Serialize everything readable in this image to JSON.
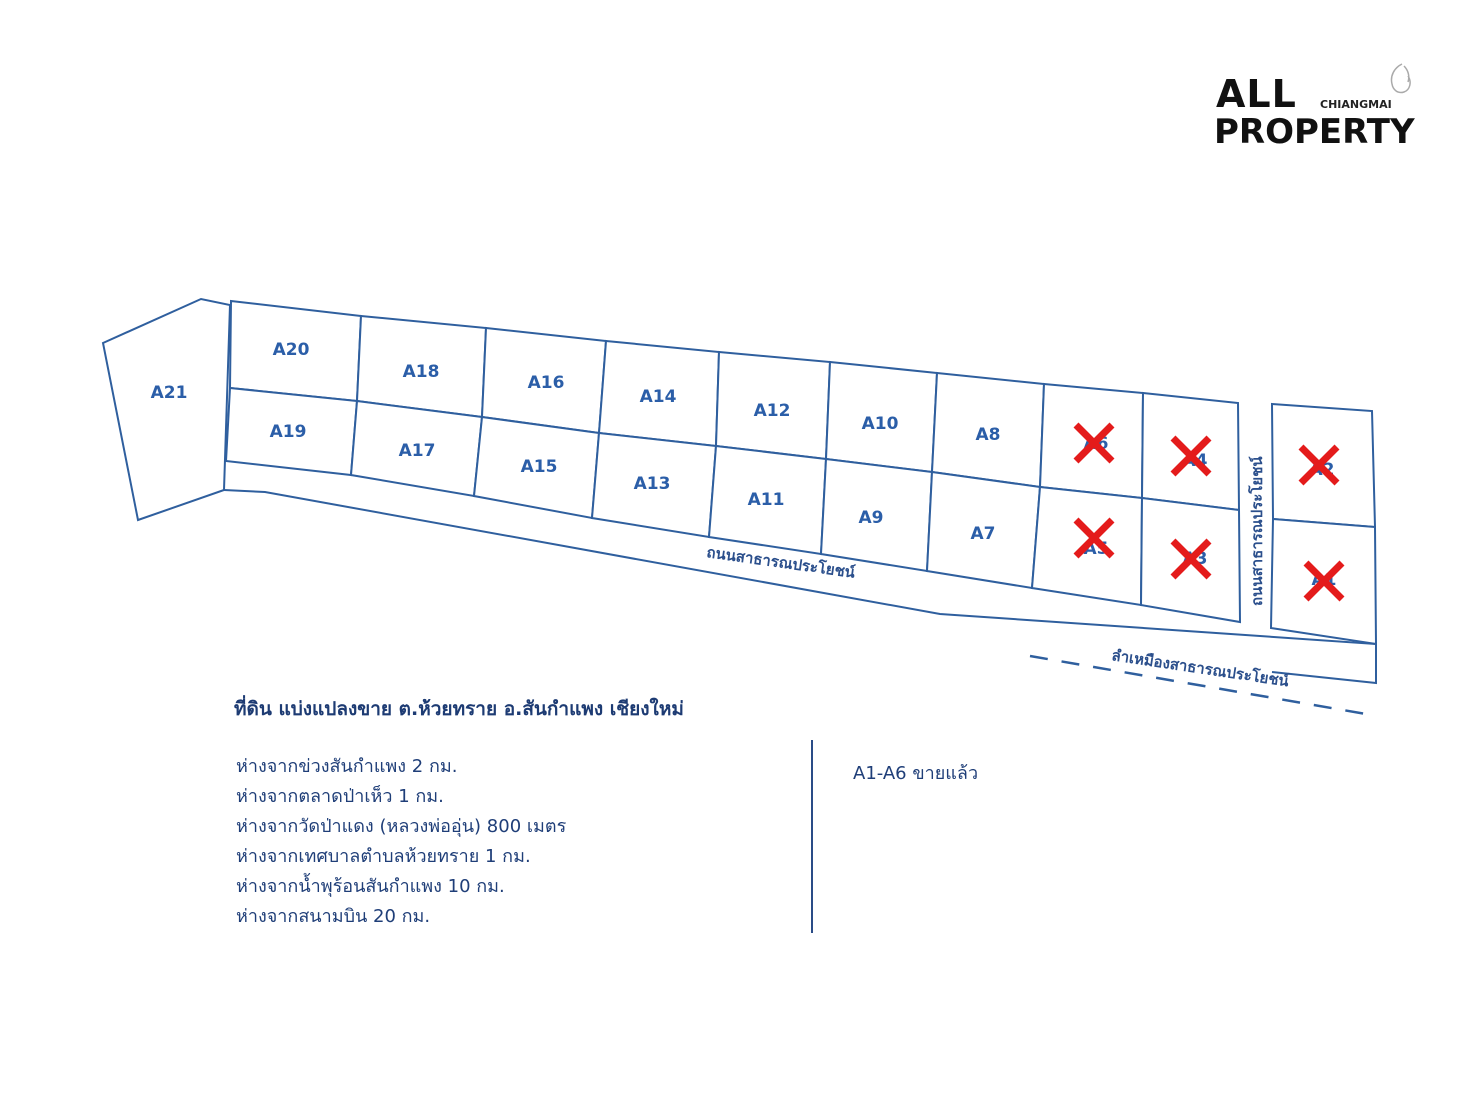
{
  "brand": {
    "logo_text": "ALL PROPERTY CHIANGMAI",
    "line1": "ALL",
    "city": "CHIANGMAI",
    "line2": "PROPERTY",
    "icon": "elephant-icon",
    "accent_color": "#6db33f"
  },
  "map": {
    "plots": [
      "A21",
      "A20",
      "A19",
      "A18",
      "A17",
      "A16",
      "A15",
      "A14",
      "A13",
      "A12",
      "A11",
      "A10",
      "A9",
      "A8",
      "A7",
      "A6",
      "A5",
      "A4",
      "A3",
      "A2",
      "A1"
    ],
    "sold_plots": [
      "A6",
      "A5",
      "A4",
      "A3",
      "A2",
      "A1"
    ],
    "sold_marker": "x-mark-icon",
    "sold_color": "#e41b1b",
    "line_color": "#2f5f9e",
    "road_label_main": "ถนนสาธารณประโยชน์",
    "road_label_side": "ถนนสาธารณประโยชน์",
    "canal_label": "ลำเหมืองสาธารณประโยชน์"
  },
  "info": {
    "title": "ที่ดิน แบ่งแปลงขาย ต.ห้วยทราย อ.สันกำแพง เชียงใหม่",
    "distances": [
      "ห่างจากข่วงสันกำแพง  2 กม.",
      "ห่างจากตลาดป่าเห็ว 1 กม.",
      "ห่างจากวัดป่าแดง (หลวงพ่ออุ่น)  800 เมตร",
      "ห่างจากเทศบาลตำบลห้วยทราย 1  กม.",
      "ห่างจากน้ำพุร้อนสันกำแพง 10 กม.",
      "ห่างจากสนามบิน 20 กม."
    ],
    "sold_note": "A1-A6 ขายแล้ว"
  }
}
